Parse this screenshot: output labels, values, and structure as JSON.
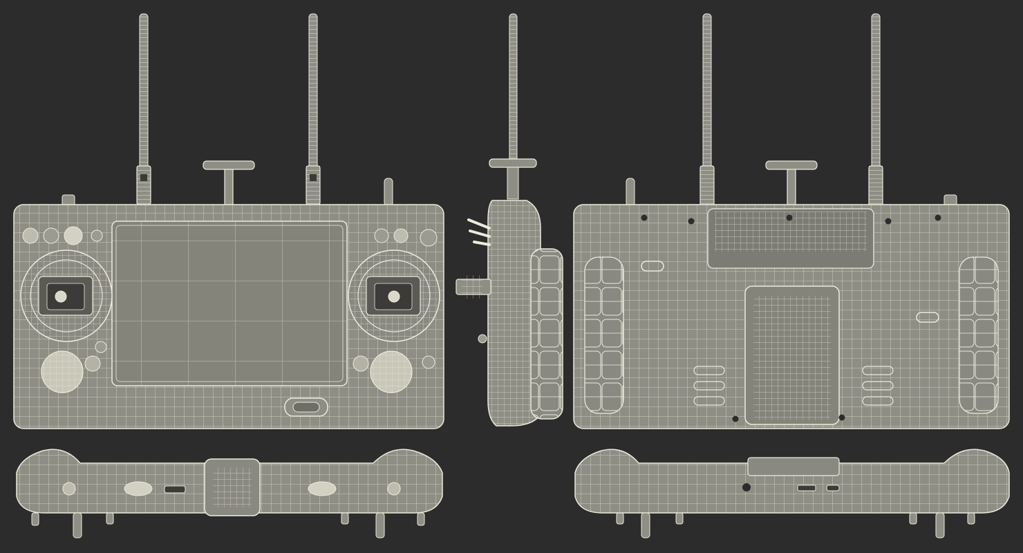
{
  "scene": {
    "background": "#2c2c2c",
    "shell_color": "#8f8e85",
    "shell_dark": "#6f6e66",
    "wire_color": "#ecebdc",
    "screen_color": "#85847b",
    "views": [
      "front-view",
      "side-view",
      "back-view",
      "bottom-view-front",
      "bottom-view-back"
    ]
  }
}
